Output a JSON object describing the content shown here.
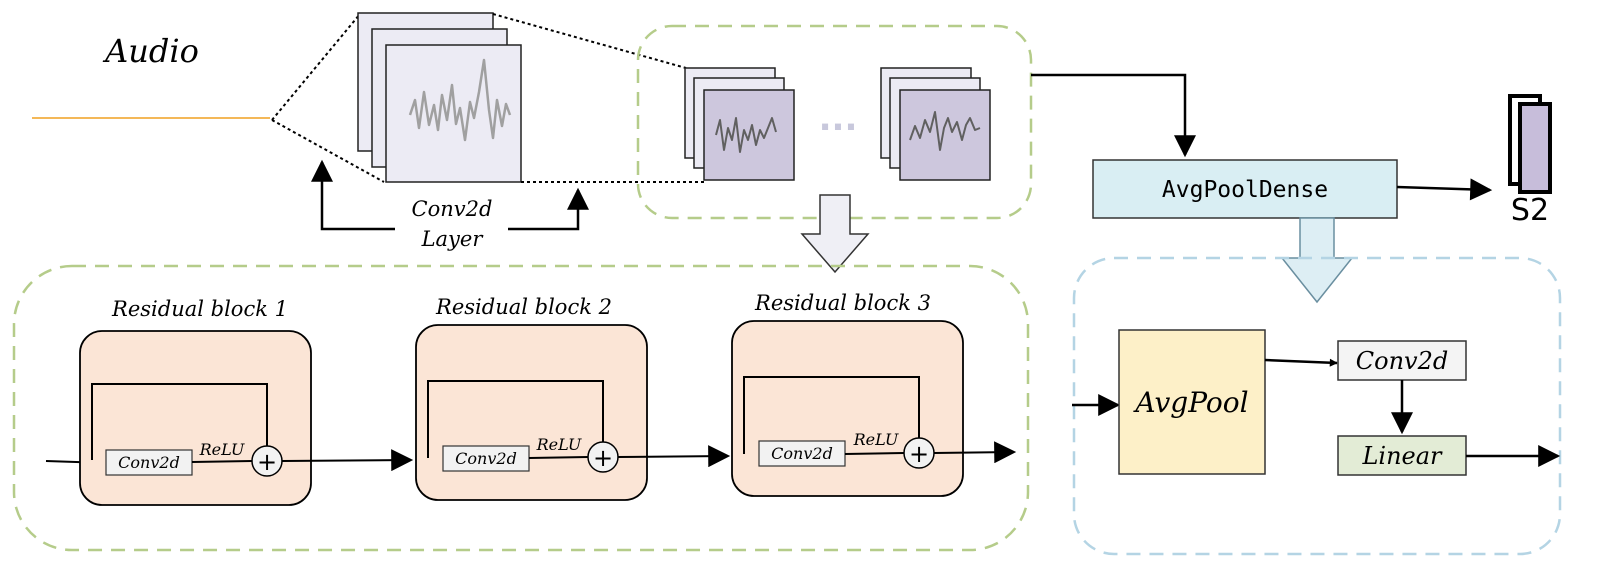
{
  "input": {
    "label": "Audio"
  },
  "conv_layer": {
    "label_line1": "Conv2d",
    "label_line2": "Layer"
  },
  "ellipsis": "...",
  "residual_blocks": [
    {
      "title": "Residual block 1",
      "conv_label": "Conv2d",
      "act_label": "ReLU"
    },
    {
      "title": "Residual block 2",
      "conv_label": "Conv2d",
      "act_label": "ReLU"
    },
    {
      "title": "Residual block 3",
      "conv_label": "Conv2d",
      "act_label": "ReLU"
    }
  ],
  "plus_symbol": "+",
  "avgpooldense": {
    "label": "AvgPoolDense"
  },
  "output": {
    "label": "S2"
  },
  "head": {
    "avgpool_label": "AvgPool",
    "conv_label": "Conv2d",
    "linear_label": "Linear"
  },
  "colors": {
    "audio_bar": "#f0a020",
    "feature_map": "#ecebf4",
    "feature_map_dark": "#cdc7dd",
    "residual_fill": "#fbe5d6",
    "green_dash": "#b5cc8a",
    "blue_dash": "#b4d4e4",
    "avgpooldense_fill": "#d9eef3",
    "avgpool_fill": "#fdf0c8",
    "linear_fill": "#e3ecd6",
    "down_arrow_fill": "#efeff5",
    "head_arrow_fill": "#ddeef4"
  }
}
